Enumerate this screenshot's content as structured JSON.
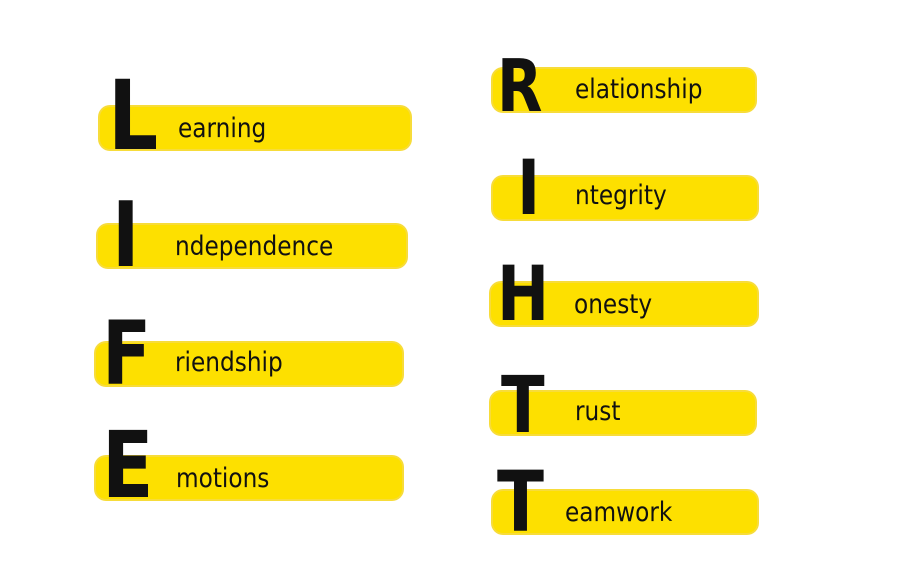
{
  "palette": {
    "highlight": "#fde000",
    "text": "#111111",
    "background": "#ffffff"
  },
  "life": [
    {
      "letter": "L",
      "rest": "earning"
    },
    {
      "letter": "I",
      "rest": "ndependence"
    },
    {
      "letter": "F",
      "rest": "riendship"
    },
    {
      "letter": "E",
      "rest": "motions"
    }
  ],
  "right": [
    {
      "letter": "R",
      "rest": "elationship"
    },
    {
      "letter": "I",
      "rest": "ntegrity"
    },
    {
      "letter": "H",
      "rest": "onesty"
    },
    {
      "letter": "T",
      "rest": "rust"
    },
    {
      "letter": "T",
      "rest": "eamwork"
    }
  ]
}
